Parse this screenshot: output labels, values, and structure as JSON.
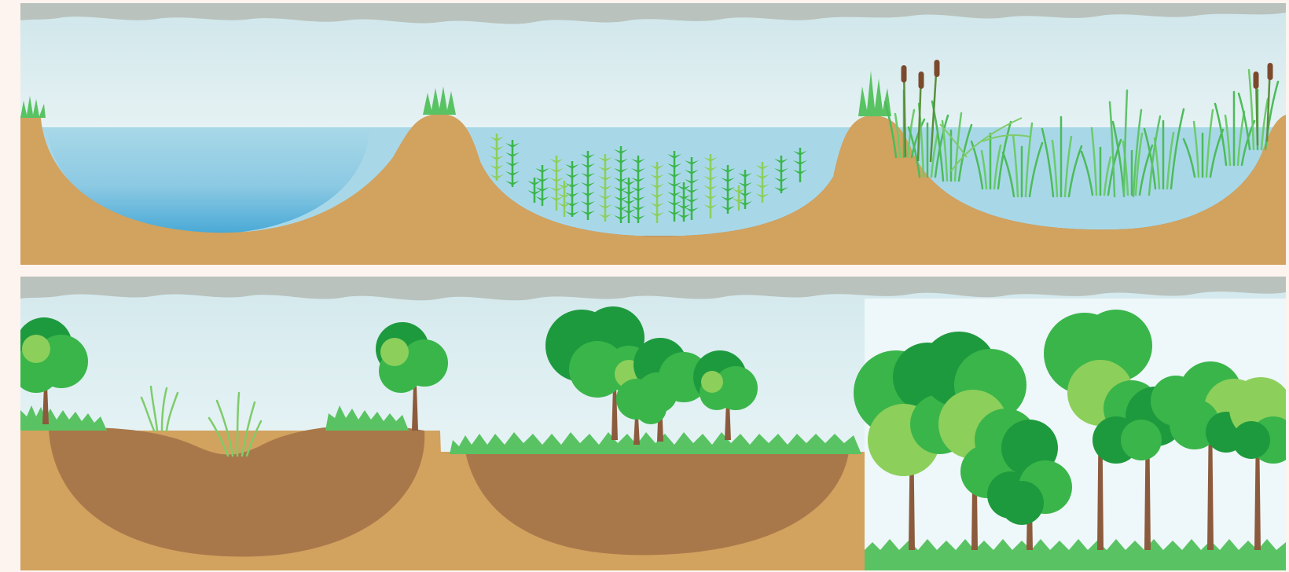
{
  "diagram": {
    "panels": [
      {
        "stages": [
          "open-water-pond",
          "submerged-plants-stage",
          "emergent-reeds-stage"
        ]
      },
      {
        "stages": [
          "marsh-meadow-stage",
          "grassland-shrub-stage",
          "forest-climax-stage"
        ]
      }
    ]
  },
  "colors": {
    "page_background": "#fdf4ef",
    "cloud": "#b9c2bd",
    "sky_top": "#cfe6ea",
    "sky_bottom": "#ffffff",
    "water": "#a8d8e8",
    "water_deep": "#48a9d6",
    "soil": "#d2a25f",
    "sediment": "#a9784a",
    "plant_green": "#59c363",
    "leaf_dark": "#1e9a3e",
    "leaf_mid": "#3ab54a",
    "leaf_light": "#8ccf5b",
    "cattail_brown": "#7b4a2c",
    "trunk_brown": "#8c5a3c"
  }
}
